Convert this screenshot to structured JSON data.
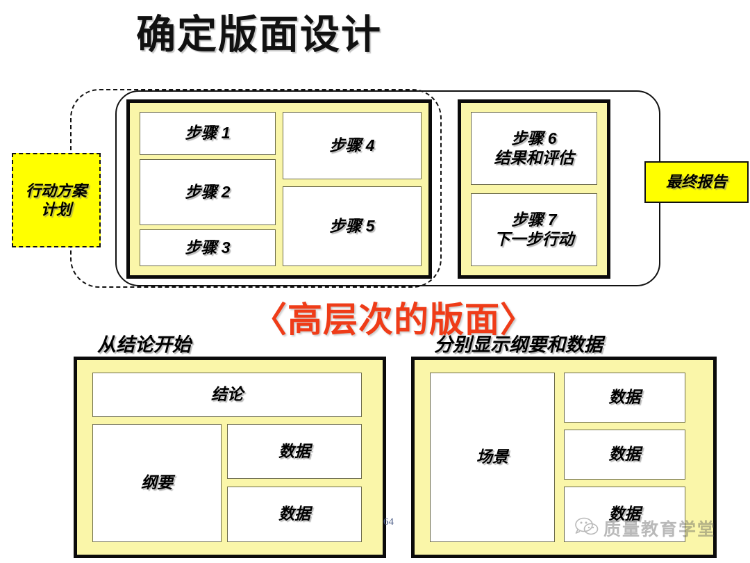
{
  "slide": {
    "title": "确定版面设计",
    "page_number": "64",
    "red_annotation": "〈高层次的版面〉",
    "colors": {
      "panel_fill": "#FAF6A9",
      "callout_fill": "#FFFF00",
      "panel_border": "#0B0B0B",
      "cell_border": "#6B6A4A",
      "annotation_red": "#EF3C18",
      "page_number": "#4A5B86"
    }
  },
  "top_diagram": {
    "callout_plan": "行动方案\n计划",
    "callout_report": "最终报告",
    "steps_left": [
      {
        "label": "步骤 1"
      },
      {
        "label": "步骤 2"
      },
      {
        "label": "步骤 3"
      },
      {
        "label": "步骤 4"
      },
      {
        "label": "步骤 5"
      }
    ],
    "steps_right": [
      {
        "label": "步骤 6\n结果和评估"
      },
      {
        "label": "步骤 7\n下一步行动"
      }
    ]
  },
  "bottom_left": {
    "caption": "从结论开始",
    "cells": [
      {
        "label": "结论"
      },
      {
        "label": "纲要"
      },
      {
        "label": "数据"
      },
      {
        "label": "数据"
      }
    ]
  },
  "bottom_right": {
    "caption": "分别显示纲要和数据",
    "cells": [
      {
        "label": "场景"
      },
      {
        "label": "数据"
      },
      {
        "label": "数据"
      },
      {
        "label": "数据"
      }
    ]
  },
  "watermark": {
    "text": "质量教育学堂",
    "icon": "wechat-icon"
  }
}
